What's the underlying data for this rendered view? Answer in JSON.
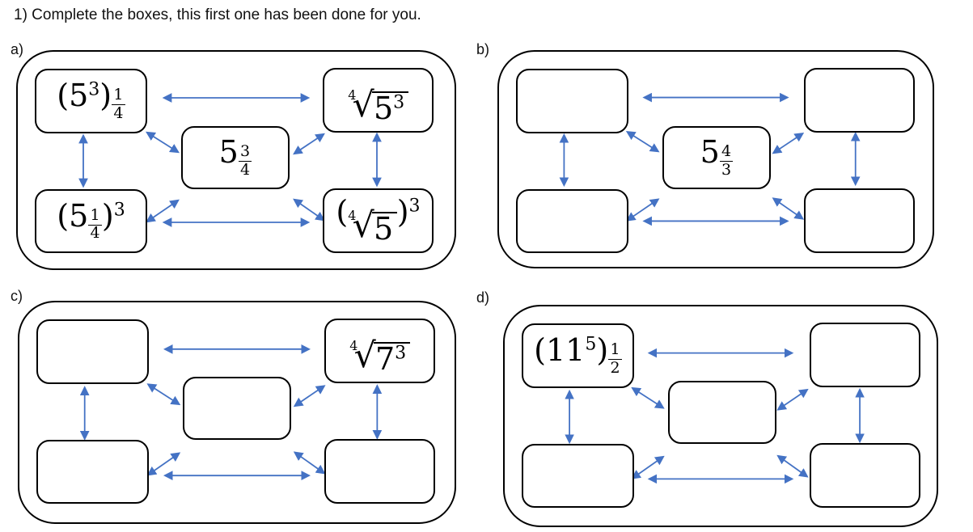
{
  "title": "1) Complete the boxes, this first one has been done for you.",
  "colors": {
    "arrow": "#4472C4",
    "line": "#000000",
    "background": "#FFFFFF"
  },
  "panels": [
    {
      "label": "a)",
      "boxes": {
        "top_left": {
          "plain": "(5^3)^(1/4)",
          "segments": [
            {
              "t": "txt",
              "v": "("
            },
            {
              "t": "txt",
              "v": "5"
            },
            {
              "t": "sup",
              "v": "3"
            },
            {
              "t": "txt",
              "v": ")"
            },
            {
              "t": "fracsup",
              "n": "1",
              "d": "4"
            }
          ]
        },
        "top_right": {
          "plain": "4√(5^3)",
          "segments": [
            {
              "t": "rad",
              "i": "4",
              "b": [
                {
                  "t": "txt",
                  "v": "5"
                },
                {
                  "t": "sup",
                  "v": "3"
                }
              ]
            }
          ]
        },
        "center": {
          "plain": "5^(3/4)",
          "segments": [
            {
              "t": "txt",
              "v": "5"
            },
            {
              "t": "fracsup",
              "n": "3",
              "d": "4"
            }
          ]
        },
        "bottom_left": {
          "plain": "(5^(1/4))^3",
          "segments": [
            {
              "t": "txt",
              "v": "("
            },
            {
              "t": "txt",
              "v": "5"
            },
            {
              "t": "fracsup",
              "n": "1",
              "d": "4"
            },
            {
              "t": "txt",
              "v": ")"
            },
            {
              "t": "sup",
              "v": "3"
            }
          ]
        },
        "bottom_right": {
          "plain": "(4√5)^3",
          "segments": [
            {
              "t": "txt",
              "v": "("
            },
            {
              "t": "rad",
              "i": "4",
              "b": [
                {
                  "t": "txt",
                  "v": "5"
                }
              ]
            },
            {
              "t": "txt",
              "v": ")"
            },
            {
              "t": "sup",
              "v": "3"
            }
          ]
        }
      }
    },
    {
      "label": "b)",
      "boxes": {
        "top_left": {
          "plain": "",
          "segments": []
        },
        "top_right": {
          "plain": "",
          "segments": []
        },
        "center": {
          "plain": "5^(4/3)",
          "segments": [
            {
              "t": "txt",
              "v": "5"
            },
            {
              "t": "fracsup",
              "n": "4",
              "d": "3"
            }
          ]
        },
        "bottom_left": {
          "plain": "",
          "segments": []
        },
        "bottom_right": {
          "plain": "",
          "segments": []
        }
      }
    },
    {
      "label": "c)",
      "boxes": {
        "top_left": {
          "plain": "",
          "segments": []
        },
        "top_right": {
          "plain": "4√(7^3)",
          "segments": [
            {
              "t": "rad",
              "i": "4",
              "b": [
                {
                  "t": "txt",
                  "v": "7"
                },
                {
                  "t": "sup",
                  "v": "3"
                }
              ]
            }
          ]
        },
        "center": {
          "plain": "",
          "segments": []
        },
        "bottom_left": {
          "plain": "",
          "segments": []
        },
        "bottom_right": {
          "plain": "",
          "segments": []
        }
      }
    },
    {
      "label": "d)",
      "boxes": {
        "top_left": {
          "plain": "(11^5)^(1/2)",
          "segments": [
            {
              "t": "txt",
              "v": "("
            },
            {
              "t": "txt",
              "v": "11"
            },
            {
              "t": "sup",
              "v": "5"
            },
            {
              "t": "txt",
              "v": ")"
            },
            {
              "t": "fracsup",
              "n": "1",
              "d": "2"
            }
          ]
        },
        "top_right": {
          "plain": "",
          "segments": []
        },
        "center": {
          "plain": "",
          "segments": []
        },
        "bottom_left": {
          "plain": "",
          "segments": []
        },
        "bottom_right": {
          "plain": "",
          "segments": []
        }
      }
    }
  ]
}
